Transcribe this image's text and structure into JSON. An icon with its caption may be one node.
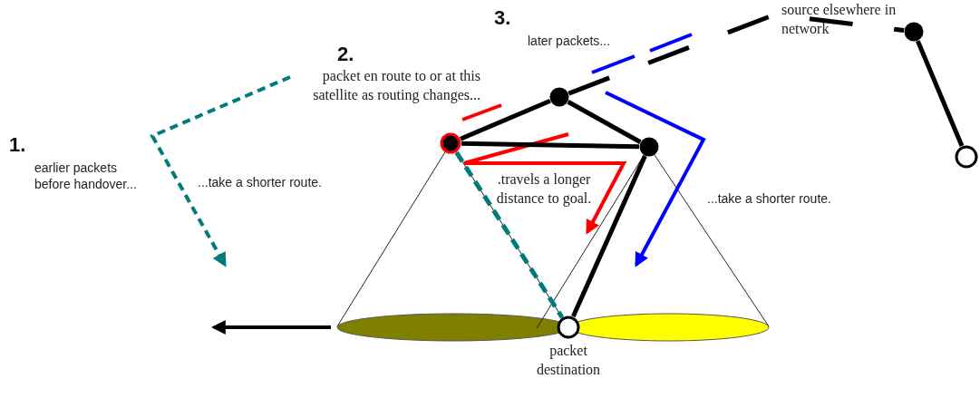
{
  "diagram": {
    "nodes": [
      {
        "text": [],
        "shape": "circle"
      },
      {
        "text": [],
        "shape": "circle"
      },
      {
        "text": [],
        "shape": "circle",
        "beside": [
          "packet destination"
        ]
      },
      {
        "text": [],
        "shape": "circle"
      },
      {
        "text": [],
        "shape": "circle",
        "beside": [
          "source elsewhere in network"
        ]
      },
      {
        "text": [],
        "shape": "circle"
      }
    ],
    "edges": [
      {
        "from": 0,
        "to": 1,
        "arrow": "none"
      },
      {
        "from": 1,
        "to": 3,
        "arrow": "none"
      },
      {
        "from": 0,
        "to": 3,
        "arrow": "none"
      },
      {
        "from": 3,
        "to": 2,
        "arrow": "none"
      },
      {
        "from": 0,
        "to": 2,
        "arrow": "none",
        "style": "dashed",
        "color": "#007b7b"
      },
      {
        "from": 1,
        "to": 4,
        "arrow": "none",
        "style": "dashed"
      },
      {
        "from": 4,
        "to": 5,
        "arrow": "none"
      }
    ],
    "labels": [
      "1.",
      "earlier packets before handover...",
      "...take a shorter route.",
      "2.",
      "packet en route to or at this satellite as routing changes...",
      "3.",
      "later packets...",
      ".travels a longer distance to goal.",
      "...take a shorter route."
    ]
  }
}
